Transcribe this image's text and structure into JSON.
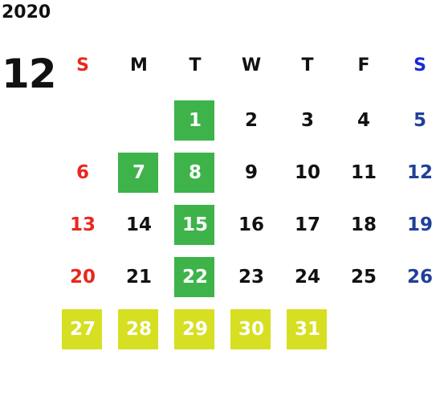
{
  "calendar": {
    "year": "2020",
    "month": "12",
    "weekdays": [
      "S",
      "M",
      "T",
      "W",
      "T",
      "F",
      "S"
    ],
    "colors": {
      "sunday": "#e8281e",
      "saturday": "#1f3f99",
      "sunday_header": "#e8281e",
      "saturday_header": "#1a2ad6",
      "weekday": "#111111",
      "highlight_green": "#3db34a",
      "highlight_yellow": "#d6df22",
      "highlight_text": "#ffffff"
    },
    "days": [
      {
        "day": "1",
        "week": 0,
        "dow": 2,
        "highlight": "green"
      },
      {
        "day": "2",
        "week": 0,
        "dow": 3,
        "highlight": ""
      },
      {
        "day": "3",
        "week": 0,
        "dow": 4,
        "highlight": ""
      },
      {
        "day": "4",
        "week": 0,
        "dow": 5,
        "highlight": ""
      },
      {
        "day": "5",
        "week": 0,
        "dow": 6,
        "highlight": ""
      },
      {
        "day": "6",
        "week": 1,
        "dow": 0,
        "highlight": ""
      },
      {
        "day": "7",
        "week": 1,
        "dow": 1,
        "highlight": "green"
      },
      {
        "day": "8",
        "week": 1,
        "dow": 2,
        "highlight": "green"
      },
      {
        "day": "9",
        "week": 1,
        "dow": 3,
        "highlight": ""
      },
      {
        "day": "10",
        "week": 1,
        "dow": 4,
        "highlight": ""
      },
      {
        "day": "11",
        "week": 1,
        "dow": 5,
        "highlight": ""
      },
      {
        "day": "12",
        "week": 1,
        "dow": 6,
        "highlight": ""
      },
      {
        "day": "13",
        "week": 2,
        "dow": 0,
        "highlight": ""
      },
      {
        "day": "14",
        "week": 2,
        "dow": 1,
        "highlight": ""
      },
      {
        "day": "15",
        "week": 2,
        "dow": 2,
        "highlight": "green"
      },
      {
        "day": "16",
        "week": 2,
        "dow": 3,
        "highlight": ""
      },
      {
        "day": "17",
        "week": 2,
        "dow": 4,
        "highlight": ""
      },
      {
        "day": "18",
        "week": 2,
        "dow": 5,
        "highlight": ""
      },
      {
        "day": "19",
        "week": 2,
        "dow": 6,
        "highlight": ""
      },
      {
        "day": "20",
        "week": 3,
        "dow": 0,
        "highlight": ""
      },
      {
        "day": "21",
        "week": 3,
        "dow": 1,
        "highlight": ""
      },
      {
        "day": "22",
        "week": 3,
        "dow": 2,
        "highlight": "green"
      },
      {
        "day": "23",
        "week": 3,
        "dow": 3,
        "highlight": ""
      },
      {
        "day": "24",
        "week": 3,
        "dow": 4,
        "highlight": ""
      },
      {
        "day": "25",
        "week": 3,
        "dow": 5,
        "highlight": ""
      },
      {
        "day": "26",
        "week": 3,
        "dow": 6,
        "highlight": ""
      },
      {
        "day": "27",
        "week": 4,
        "dow": 0,
        "highlight": "yellow"
      },
      {
        "day": "28",
        "week": 4,
        "dow": 1,
        "highlight": "yellow"
      },
      {
        "day": "29",
        "week": 4,
        "dow": 2,
        "highlight": "yellow"
      },
      {
        "day": "30",
        "week": 4,
        "dow": 3,
        "highlight": "yellow"
      },
      {
        "day": "31",
        "week": 4,
        "dow": 4,
        "highlight": "yellow"
      }
    ]
  }
}
